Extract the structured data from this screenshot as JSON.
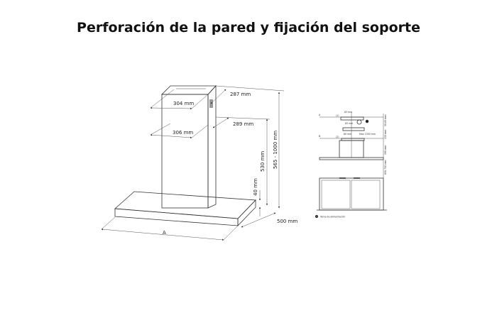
{
  "title": "Perforación de la pared y fijación del soporte",
  "main_diagram": {
    "dims": {
      "top_width": "304 mm",
      "top_depth": "287 mm",
      "mid_width": "306 mm",
      "mid_depth": "289 mm",
      "chimney_height": "530 mm",
      "total_height": "565 - 1000 mm",
      "canopy_height": "40 mm",
      "canopy_depth": "500 mm",
      "canopy_width": "A"
    }
  },
  "install_diagram": {
    "label_a": "A",
    "label_b": "B",
    "marker_1": "(1)",
    "marker_2": "(2)",
    "dim_upper": "83 mm",
    "dim_mid": "83 mm",
    "dim_low": "80 mm",
    "dim_max": "Max 1350 mm",
    "dim_side_1": "50-65 mm",
    "dim_side_2": "210 mm",
    "dim_side_3": "290 mm",
    "dim_side_4": "650-750 mm",
    "legend_marker": "1",
    "legend": "Toma de alimentación"
  }
}
